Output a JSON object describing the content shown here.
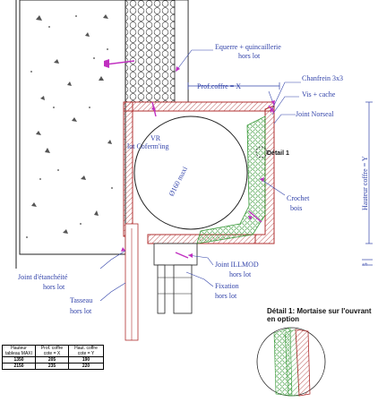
{
  "labels": {
    "equerre": "Equerre + quincaillerie",
    "equerre_sub": "hors lot",
    "prof_coffre": "Prof.coffre = X",
    "chanfrein": "Chanfrein 3x3",
    "vis_cache": "Vis + cache",
    "joint_norseal": "Joint Norseal",
    "vr": "VR",
    "vr_sub": "lot Coferm'ing",
    "diameter": "Ø160 maxi",
    "detail_marker": "Détail 1",
    "crochet": "Crochet",
    "crochet_sub": "bois",
    "hauteur_coffre": "Hauteur coffre = Y",
    "dim_5": "5",
    "joint_etancheite": "Joint d'étanchéité",
    "joint_etancheite_sub": "hors lot",
    "joint_illmod": "Joint ILLMOD",
    "joint_illmod_sub": "hors lot",
    "fixation": "Fixation",
    "fixation_sub": "hors lot",
    "tasseau": "Tasseau",
    "tasseau_sub": "hors lot"
  },
  "detail": {
    "title": "Détail 1: Mortaise sur l'ouvrant en option"
  },
  "table": {
    "headers": [
      "Hauteur tableau MAXI",
      "Prof. coffre cote = X",
      "Haut. coffre cote = Y"
    ],
    "rows": [
      [
        "1350",
        "205",
        "190"
      ],
      [
        "2150",
        "235",
        "220"
      ]
    ]
  },
  "colors": {
    "annotation": "#3344aa",
    "frame": "#b03030",
    "insulation": "#3a9a3a",
    "leader": "#c030c0"
  }
}
